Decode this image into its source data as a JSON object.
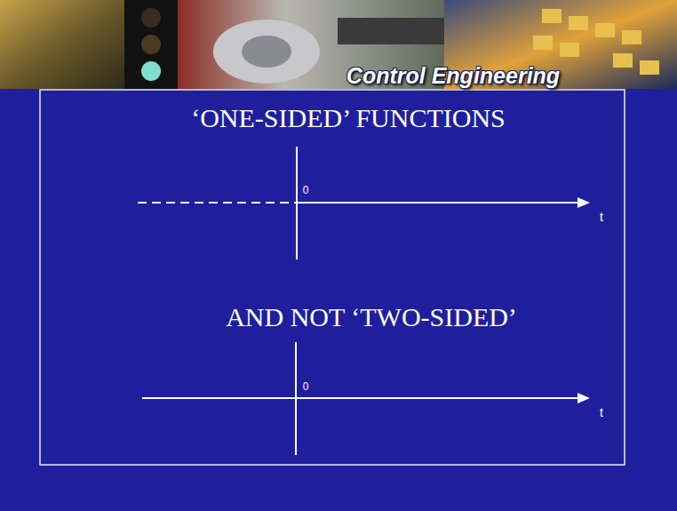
{
  "diagram": {
    "title": "‘ONE-SIDED’ FUNCTIONS",
    "labels": [
      "Control Engineering",
      "0",
      "t",
      "AND NOT ‘TWO-SIDED’",
      "0",
      "t"
    ]
  }
}
